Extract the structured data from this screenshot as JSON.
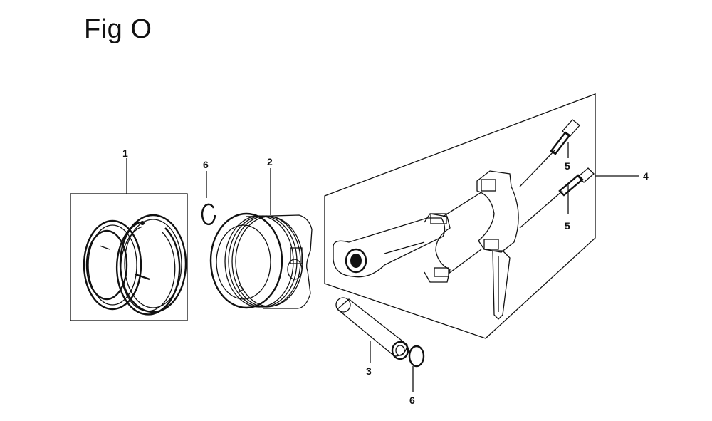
{
  "figure": {
    "title": "Fig O",
    "callouts": [
      "1",
      "2",
      "3",
      "4",
      "5",
      "5",
      "6",
      "6"
    ]
  },
  "parts": [
    {
      "callout": "1",
      "icon": "piston-ring-set-icon"
    },
    {
      "callout": "2",
      "icon": "piston-icon"
    },
    {
      "callout": "3",
      "icon": "piston-pin-icon"
    },
    {
      "callout": "4",
      "icon": "connecting-rod-icon"
    },
    {
      "callout": "5",
      "icon": "rod-bolt-icon"
    },
    {
      "callout": "6",
      "icon": "pin-clip-icon"
    }
  ],
  "colors": {
    "ink": "#111111",
    "background": "#ffffff"
  }
}
